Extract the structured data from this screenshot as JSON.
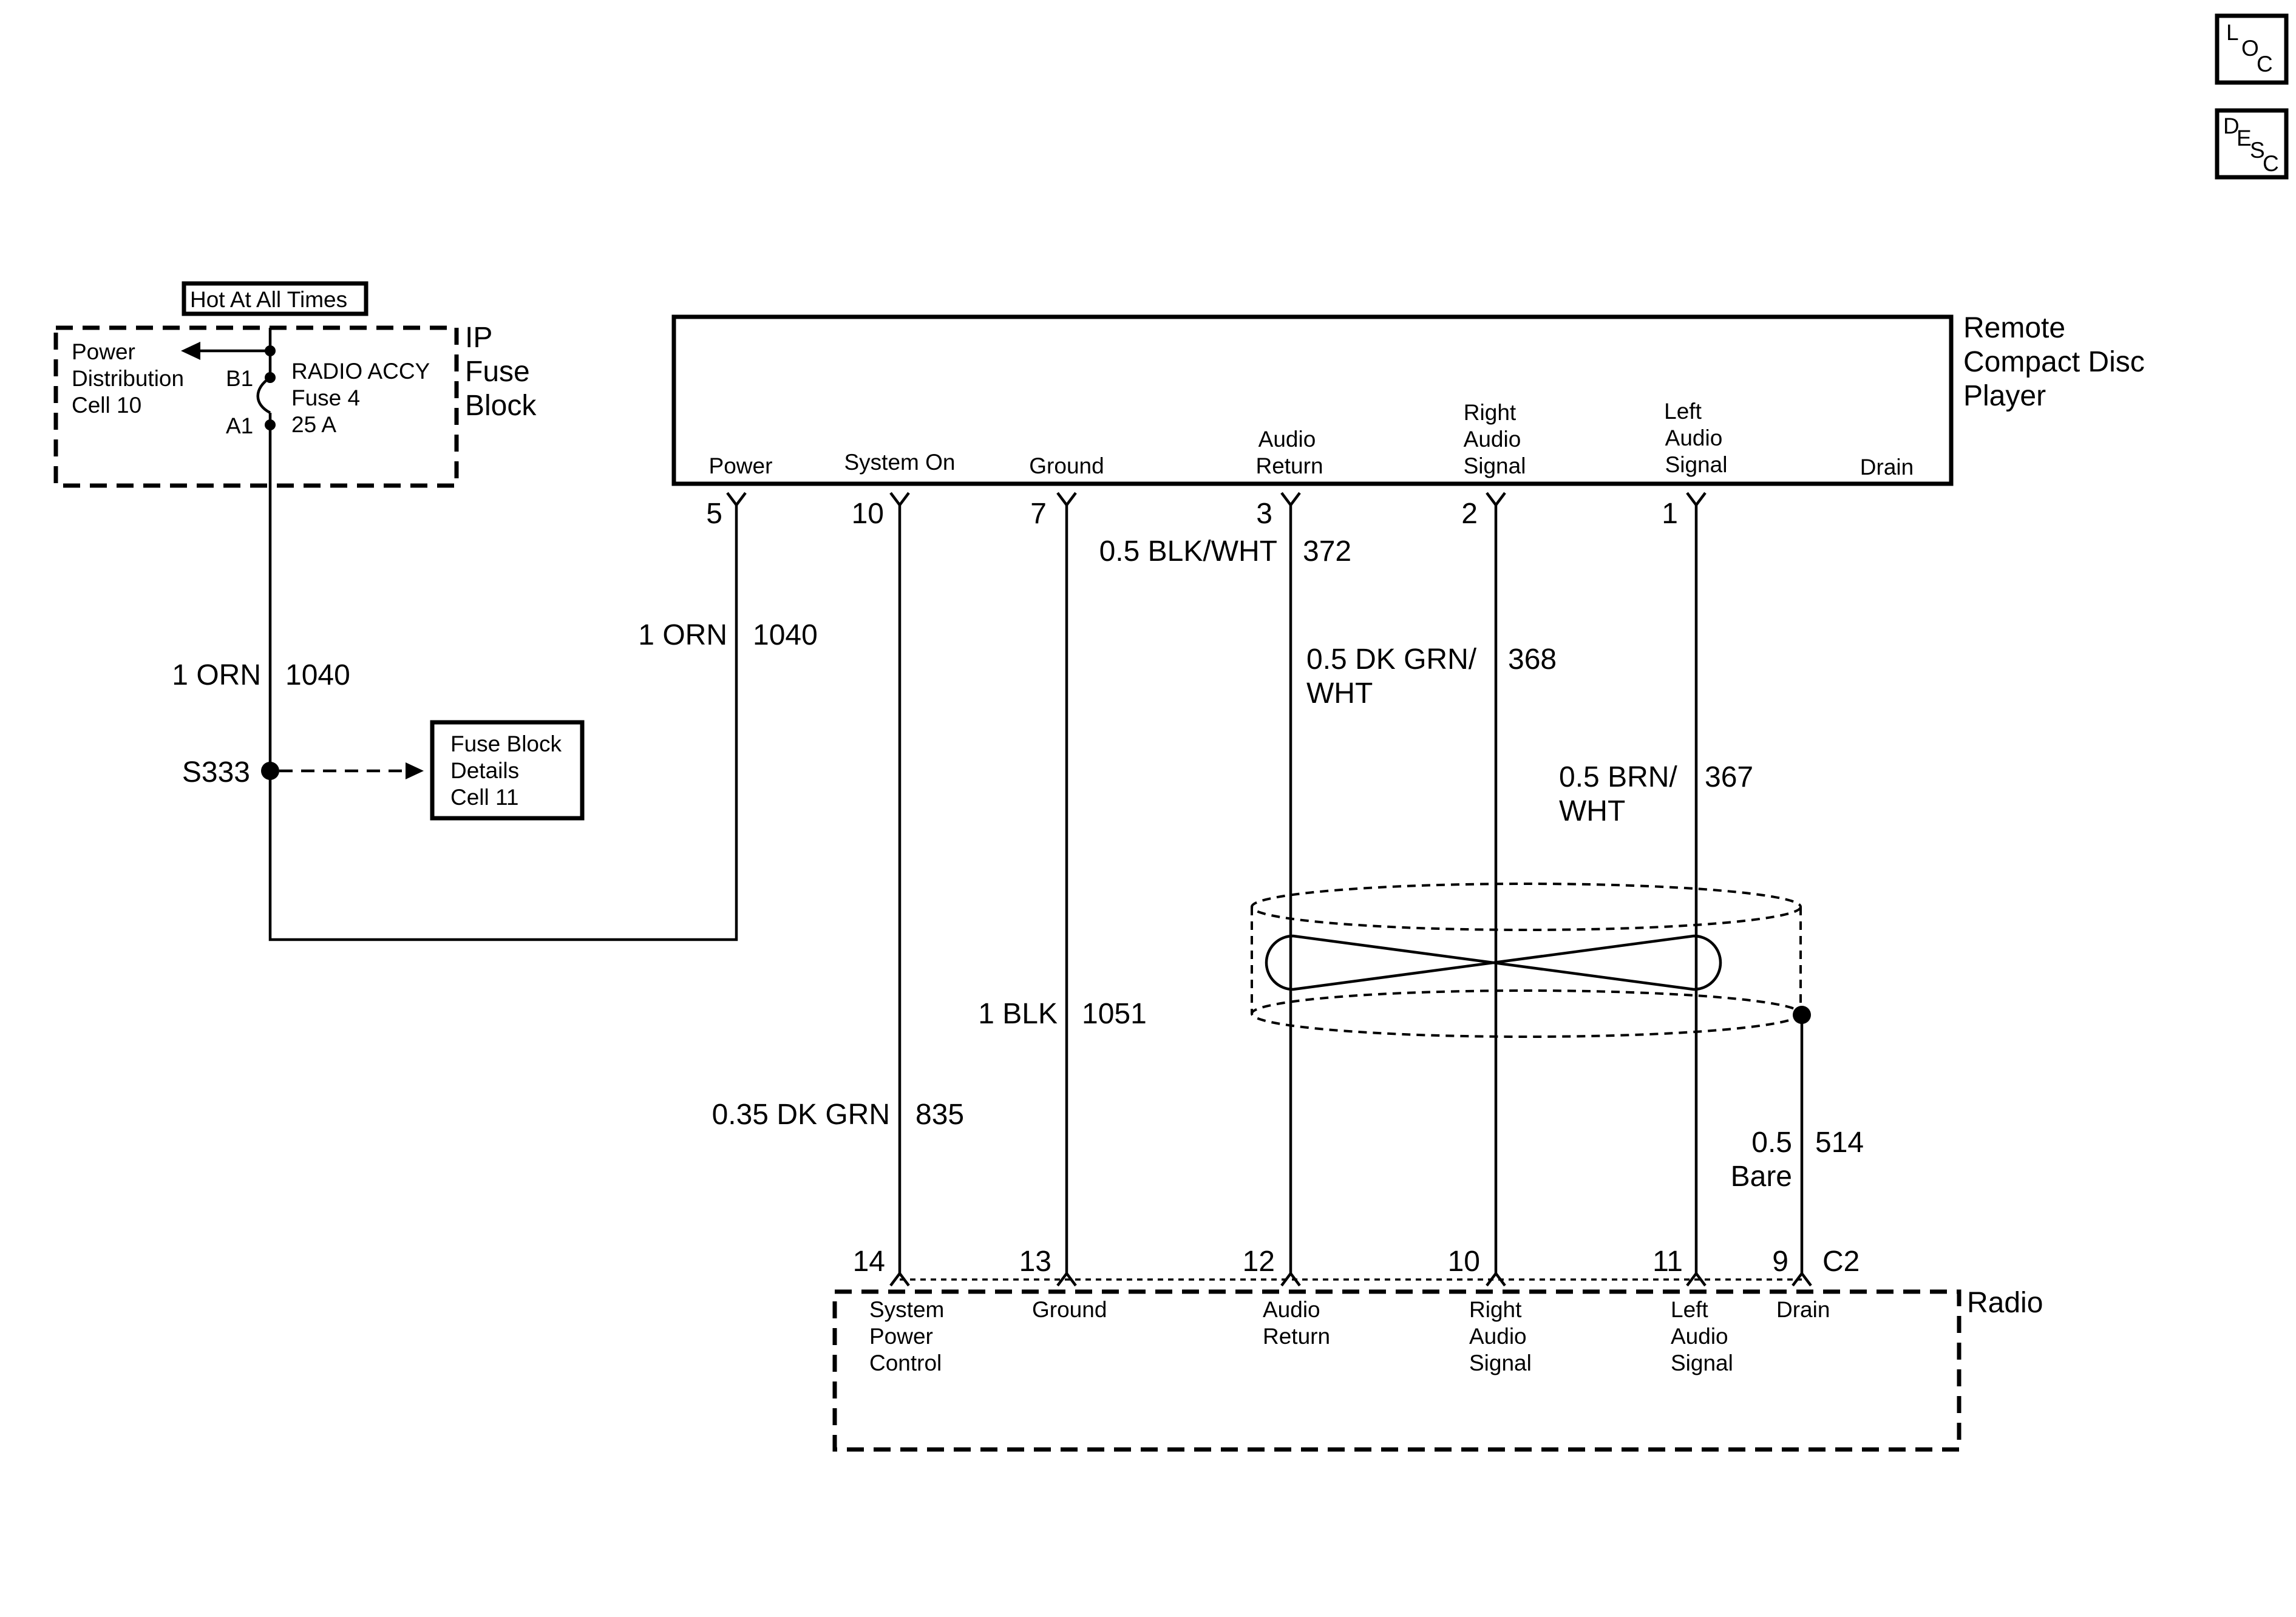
{
  "badges": {
    "loc": [
      "L",
      "O",
      "C"
    ],
    "desc": [
      "D",
      "E",
      "S",
      "C"
    ]
  },
  "fuse_block": {
    "hot_label": "Hot At All Times",
    "name": [
      "IP",
      "Fuse",
      "Block"
    ],
    "power_dist": [
      "Power",
      "Distribution",
      "Cell 10"
    ],
    "fuse": [
      "RADIO ACCY",
      "Fuse 4",
      "25 A"
    ],
    "terminal_top": "B1",
    "terminal_bottom": "A1"
  },
  "splice": {
    "id": "S333",
    "ref": [
      "Fuse Block",
      "Details",
      "Cell 11"
    ]
  },
  "cd_player": {
    "name": [
      "Remote",
      "Compact Disc",
      "Player"
    ],
    "terminals": [
      {
        "lines": [
          "Power"
        ],
        "pin": "5"
      },
      {
        "lines": [
          "System On"
        ],
        "pin": "10"
      },
      {
        "lines": [
          "Ground"
        ],
        "pin": "7"
      },
      {
        "lines": [
          "Audio",
          "Return"
        ],
        "pin": "3"
      },
      {
        "lines": [
          "Right",
          "Audio",
          "Signal"
        ],
        "pin": "2"
      },
      {
        "lines": [
          "Left",
          "Audio",
          "Signal"
        ],
        "pin": "1"
      },
      {
        "lines": [
          "Drain"
        ],
        "pin": ""
      }
    ]
  },
  "wires": [
    {
      "size_color": "1 ORN",
      "circuit": "1040"
    },
    {
      "size_color": "1 ORN",
      "circuit": "1040"
    },
    {
      "size_color": "0.35 DK GRN",
      "circuit": "835"
    },
    {
      "size_color": "1 BLK",
      "circuit": "1051"
    },
    {
      "size_color": "0.5 BLK/WHT",
      "circuit": "372"
    },
    {
      "size_color": [
        "0.5 DK GRN/",
        "WHT"
      ],
      "circuit": "368"
    },
    {
      "size_color": [
        "0.5 BRN/",
        "WHT"
      ],
      "circuit": "367"
    },
    {
      "size_color": [
        "0.5",
        "Bare"
      ],
      "circuit": "514"
    }
  ],
  "radio": {
    "name": "Radio",
    "connector": "C2",
    "terminals": [
      {
        "lines": [
          "System",
          "Power",
          "Control"
        ],
        "pin": "14"
      },
      {
        "lines": [
          "Ground"
        ],
        "pin": "13"
      },
      {
        "lines": [
          "Audio",
          "Return"
        ],
        "pin": "12"
      },
      {
        "lines": [
          "Right",
          "Audio",
          "Signal"
        ],
        "pin": "10"
      },
      {
        "lines": [
          "Left",
          "Audio",
          "Signal"
        ],
        "pin": "11"
      },
      {
        "lines": [
          "Drain"
        ],
        "pin": "9"
      }
    ]
  }
}
